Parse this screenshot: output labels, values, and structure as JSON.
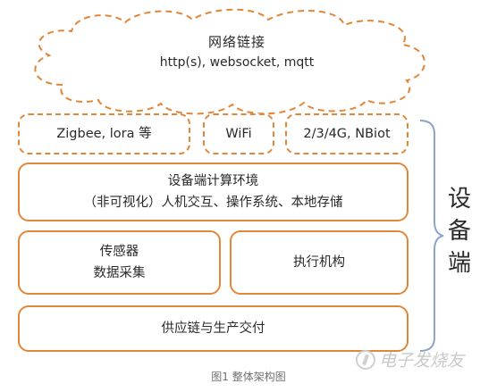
{
  "cloud": {
    "title": "网络链接",
    "protocols": "http(s), websocket, mqtt"
  },
  "connectivity": {
    "zigbee_lora": "Zigbee, lora 等",
    "wifi": "WiFi",
    "cellular": "2/3/4G, NBiot"
  },
  "computing": {
    "line1": "设备端计算环境",
    "line2": "（非可视化）人机交互、操作系统、本地存储"
  },
  "sensor": {
    "line1": "传感器",
    "line2": "数据采集"
  },
  "actuator": {
    "label": "执行机构"
  },
  "supply": {
    "label": "供应链与生产交付"
  },
  "side_label": {
    "chars": [
      "设",
      "备",
      "端"
    ]
  },
  "caption": "图1 整体架构图",
  "watermark": "电子发烧友",
  "colors": {
    "accent": "#e0873a",
    "bracket": "#8aa5c8"
  }
}
